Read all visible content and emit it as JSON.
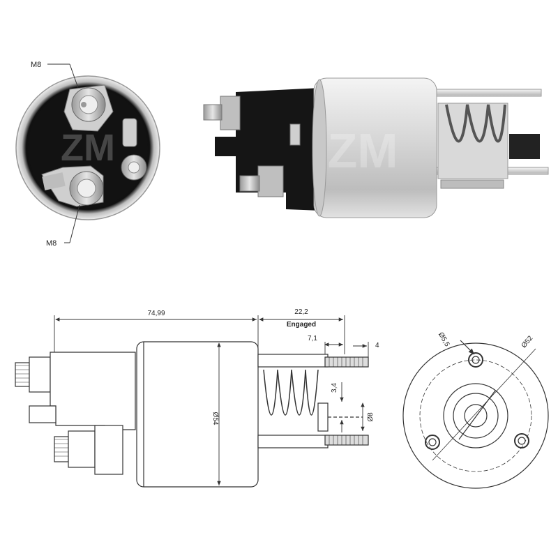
{
  "photos": {
    "end_view": {
      "callout_top": "M8",
      "callout_bottom": "M8"
    },
    "watermark": "ZM"
  },
  "drawing": {
    "dim_body_length": "74,99",
    "dim_stroke": "22,2",
    "dim_stroke_note": "Engaged",
    "dim_stroke_small": "7,1",
    "dim_tip": "4",
    "dim_body_diameter": "Ø54",
    "dim_gap": "3,4",
    "dim_rod": "Ø8",
    "dim_hole": "Ø5,5",
    "dim_bolt_circle": "Ø52"
  },
  "colors": {
    "body_silver": "#dcdcdc",
    "cap_black": "#151515",
    "line": "#333333"
  }
}
